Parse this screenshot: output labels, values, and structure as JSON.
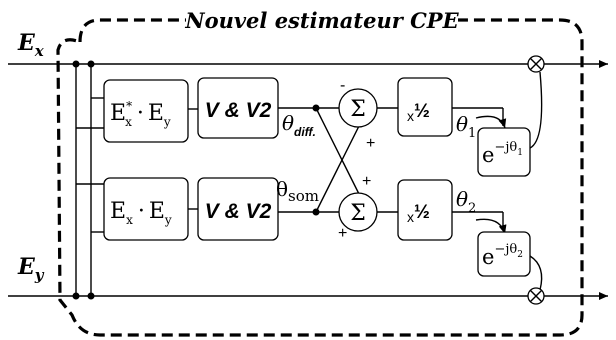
{
  "title": "Nouvel estimateur CPE",
  "inputs": {
    "top": {
      "base": "E",
      "sub": "x"
    },
    "bottom": {
      "base": "E",
      "sub": "y"
    }
  },
  "block_conj_product": {
    "a": "E",
    "a_sub": "x",
    "a_sup": "*",
    "dot": "·",
    "b": "E",
    "b_sub": "y"
  },
  "block_product": {
    "a": "E",
    "a_sub": "x",
    "dot": "·",
    "b": "E",
    "b_sub": "y"
  },
  "vv2_label": "V & V2",
  "theta_diff": {
    "base": "θ",
    "sub": "diff."
  },
  "theta_som": {
    "base": "θ",
    "sub": "som"
  },
  "sum_symbol": "Σ",
  "sum_top_signs": {
    "minus": "-",
    "plus": "+"
  },
  "sum_bottom_signs": {
    "plus_top": "+",
    "plus_left": "+"
  },
  "half_block": {
    "x": "x",
    "half": "½"
  },
  "theta1": {
    "base": "θ",
    "sub": "1"
  },
  "theta2": {
    "base": "θ",
    "sub": "2"
  },
  "exp1": {
    "base": "e",
    "sup": "−jθ",
    "sub": "1"
  },
  "exp2": {
    "base": "e",
    "sup": "−jθ",
    "sub": "2"
  },
  "multiplier_symbol": "⊗"
}
